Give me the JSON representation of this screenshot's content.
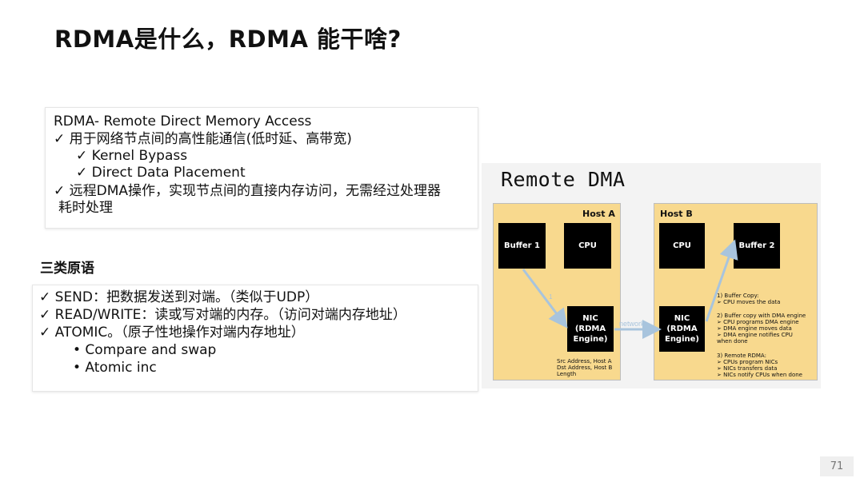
{
  "title": "RDMA是什么，RDMA 能干啥?",
  "intro": {
    "lines": [
      "RDMA- Remote Direct Memory Access",
      "✓ 用于网络节点间的高性能通信(低时延、高带宽)",
      "✓ Kernel Bypass",
      "✓ Direct Data Placement",
      "✓ 远程DMA操作，实现节点间的直接内存访问，无需经过处理器",
      "耗时处理"
    ]
  },
  "primitives": {
    "heading": "三类原语",
    "lines": [
      "✓ SEND：把数据发送到对端。（类似于UDP）",
      "✓ READ/WRITE：读或写对端的内存。（访问对端内存地址）",
      "✓ ATOMIC。（原子性地操作对端内存地址）",
      "• Compare and swap",
      "• Atomic inc"
    ]
  },
  "diagram": {
    "title": "Remote DMA",
    "host_a": {
      "label": "Host A",
      "buffer": "Buffer 1",
      "cpu": "CPU",
      "nic": "NIC\n(RDMA\nEngine)",
      "arrow_label": "1",
      "notes": [
        "Src Address, Host A",
        "Dst Address, Host B",
        "Length"
      ]
    },
    "network_label": "network",
    "host_b": {
      "label": "Host B",
      "cpu": "CPU",
      "buffer": "Buffer 2",
      "nic": "NIC\n(RDMA\nEngine)",
      "notes": [
        "1) Buffer Copy:",
        "➢      CPU moves the data",
        "2) Buffer copy with DMA engine",
        "➢      CPU programs DMA engine",
        "➢      DMA engine moves data",
        "➢      DMA engine notifies CPU",
        "         when done",
        "3) Remote RDMA:",
        "➢      CPUs program NICs",
        "➢      NICs transfers data",
        "➢      NICs notify CPUs when done"
      ]
    },
    "colors": {
      "host_fill": "#f8d98e",
      "arrow": "#a8c4dd",
      "block": "#000000"
    }
  },
  "page_number": "71"
}
